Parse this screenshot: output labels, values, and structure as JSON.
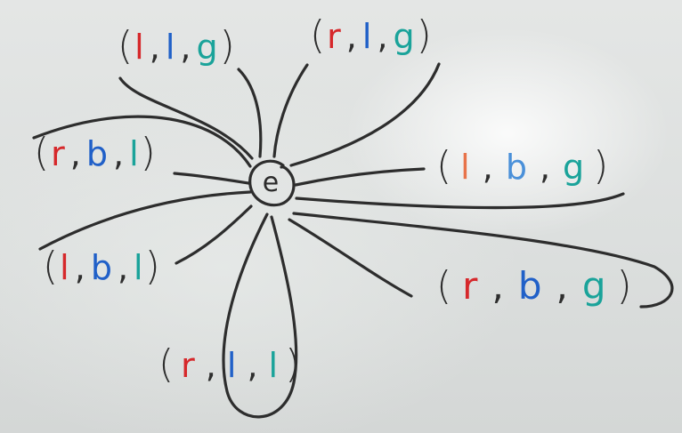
{
  "center": {
    "label": "e"
  },
  "colors": {
    "r": "#d6282b",
    "b": "#2060c8",
    "g": "#1aa39a",
    "l_red": "#d6282b",
    "l_blue": "#2060c8",
    "l_teal": "#1aa39a",
    "l_orange": "#e8734a",
    "l_blue_light": "#4a90d9"
  },
  "tuples": [
    {
      "id": "t1",
      "open": "(",
      "close": ")",
      "e1": "l",
      "e2": "l",
      "e3": "g",
      "c1": "l_red",
      "c2": "l_blue",
      "c3": "g"
    },
    {
      "id": "t2",
      "open": "(",
      "close": ")",
      "e1": "r",
      "e2": "l",
      "e3": "g",
      "c1": "r",
      "c2": "l_blue",
      "c3": "g"
    },
    {
      "id": "t3",
      "open": "(",
      "close": ")",
      "e1": "r",
      "e2": "b",
      "e3": "l",
      "c1": "r",
      "c2": "b",
      "c3": "l_teal"
    },
    {
      "id": "t4",
      "open": "(",
      "close": ")",
      "e1": "l",
      "e2": "b",
      "e3": "g",
      "c1": "l_orange",
      "c2": "l_blue_light",
      "c3": "g"
    },
    {
      "id": "t5",
      "open": "(",
      "close": ")",
      "e1": "l",
      "e2": "b",
      "e3": "l",
      "c1": "l_red",
      "c2": "b",
      "c3": "l_teal"
    },
    {
      "id": "t6",
      "open": "(",
      "close": ")",
      "e1": "r",
      "e2": "b",
      "e3": "g",
      "c1": "r",
      "c2": "b",
      "c3": "g"
    },
    {
      "id": "t7",
      "open": "(",
      "close": ")",
      "e1": "r",
      "e2": "l",
      "e3": "l",
      "c1": "r",
      "c2": "l_blue",
      "c3": "l_teal"
    }
  ]
}
